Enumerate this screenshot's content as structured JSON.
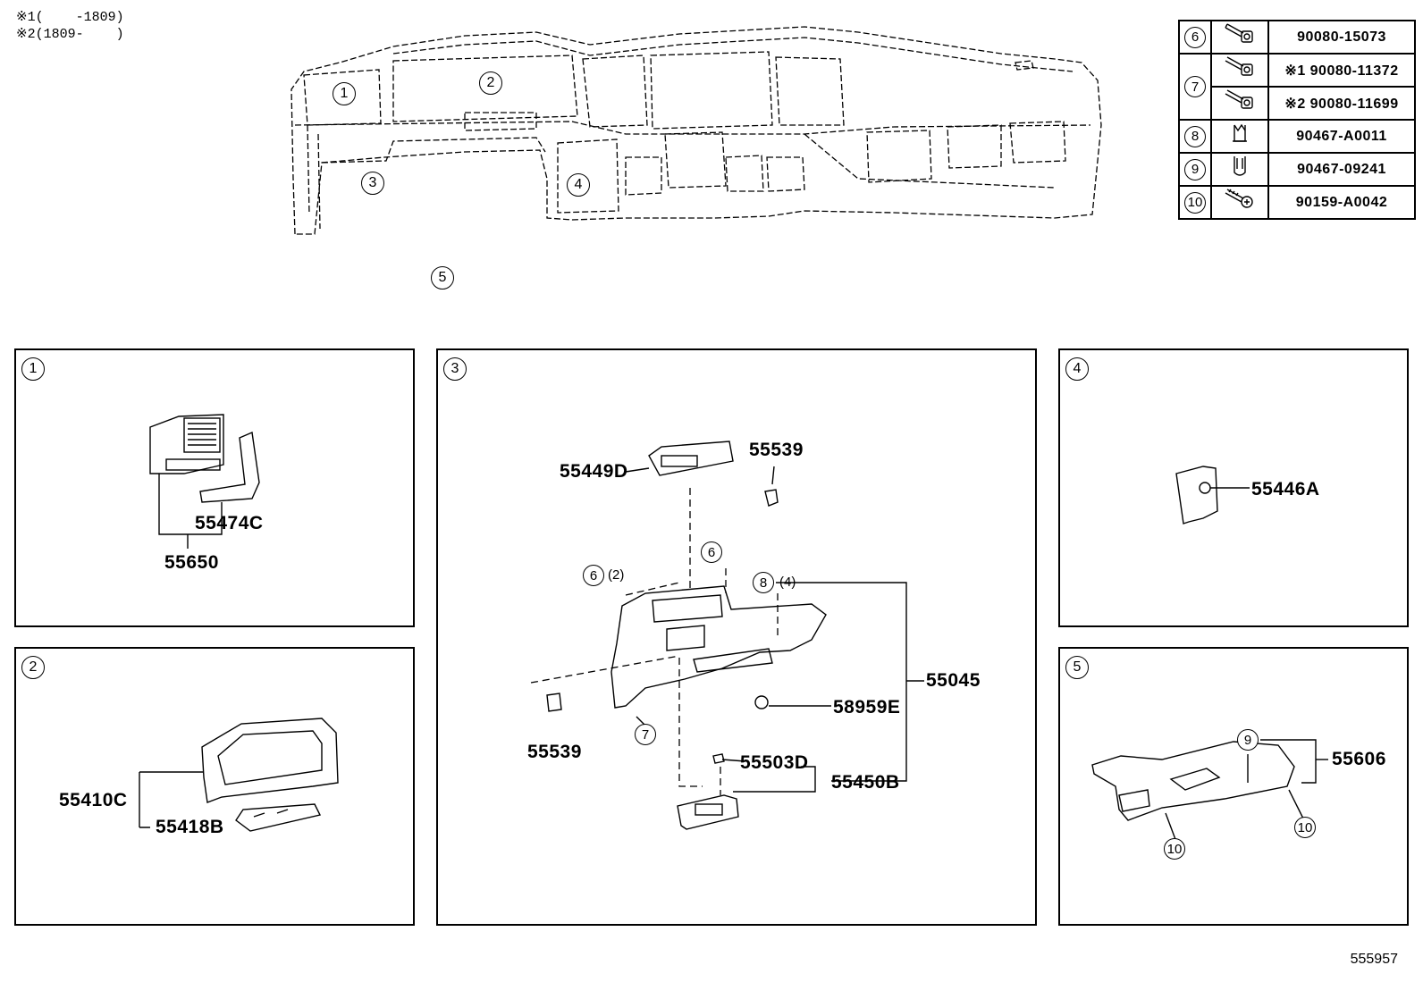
{
  "notes": {
    "line1": "※1(    -1809)",
    "line2": "※2(1809-    )"
  },
  "overview": {
    "callouts": [
      "1",
      "2",
      "3",
      "4",
      "5"
    ]
  },
  "fastener_table": {
    "rows": [
      {
        "ref": "6",
        "icon": "bolt-icon",
        "part": "90080-15073"
      },
      {
        "ref": "7",
        "icon": "bolt-icon",
        "part": "※1 90080-11372"
      },
      {
        "ref": "",
        "icon": "bolt-icon",
        "part": "※2 90080-11699"
      },
      {
        "ref": "8",
        "icon": "clip-icon",
        "part": "90467-A0011"
      },
      {
        "ref": "9",
        "icon": "clip-icon",
        "part": "90467-09241"
      },
      {
        "ref": "10",
        "icon": "screw-icon",
        "part": "90159-A0042"
      }
    ]
  },
  "panels": {
    "p1": {
      "id": "1",
      "labels": {
        "a": "55474C",
        "b": "55650"
      }
    },
    "p2": {
      "id": "2",
      "labels": {
        "a": "55410C",
        "b": "55418B"
      }
    },
    "p3": {
      "id": "3",
      "labels": {
        "a": "55539",
        "b": "55449D",
        "c": "55045",
        "d": "58959E",
        "e": "55539",
        "f": "55503D",
        "g": "55450B"
      },
      "callouts": {
        "c6a": "6",
        "c6a_qty": "(2)",
        "c6b": "6",
        "c8": "8",
        "c8_qty": "(4)",
        "c7": "7"
      }
    },
    "p4": {
      "id": "4",
      "labels": {
        "a": "55446A"
      }
    },
    "p5": {
      "id": "5",
      "labels": {
        "a": "55606"
      },
      "callouts": {
        "c9": "9",
        "c10a": "10",
        "c10b": "10"
      }
    }
  },
  "reference": "555957"
}
